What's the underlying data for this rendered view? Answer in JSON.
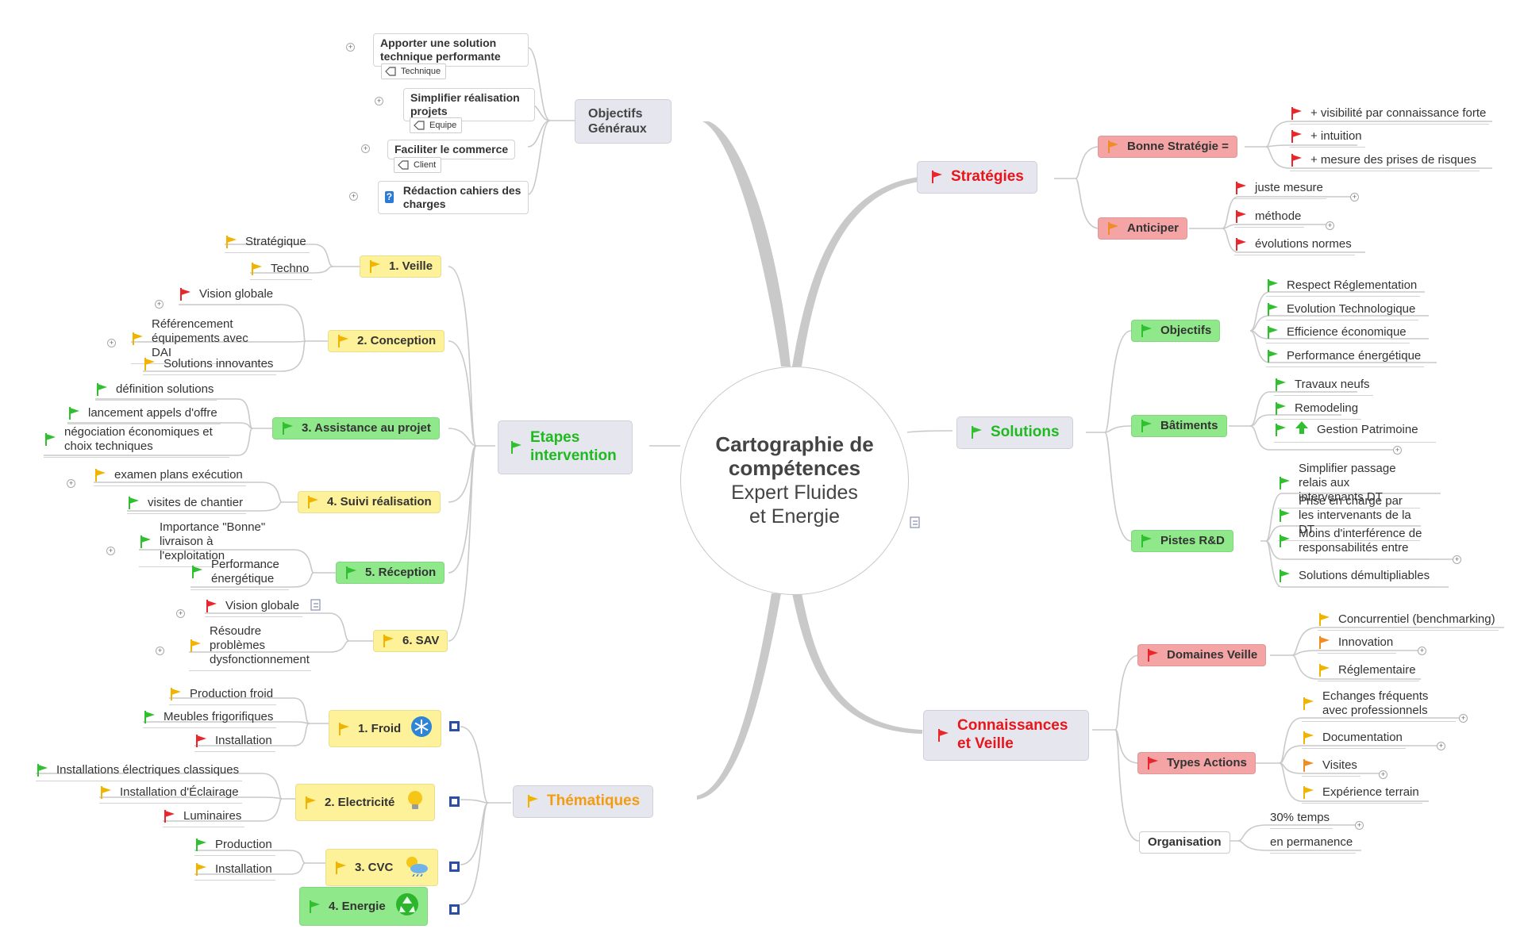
{
  "center": {
    "title_line1": "Cartographie de",
    "title_line2": "compétences",
    "subtitle_line1": "Expert Fluides",
    "subtitle_line2": "et Energie"
  },
  "colors": {
    "red_flag": "#e8262c",
    "green_flag": "#2fbf2f",
    "yellow_flag": "#f0b400",
    "orange_flag": "#f08c24",
    "connector": "#c9c9c9",
    "tag_blue": "#2c4fa6"
  },
  "objectifs": {
    "title": "Objectifs Généraux",
    "items": [
      {
        "label": "Apporter une solution technique performante",
        "tag": "Technique"
      },
      {
        "label": "Simplifier réalisation projets",
        "tag": "Equipe"
      },
      {
        "label": "Faciliter le commerce",
        "tag": "Client"
      },
      {
        "label": "Rédaction cahiers des charges",
        "icon": "question-icon",
        "icon_text": "?"
      }
    ]
  },
  "etapes": {
    "title": "Etapes intervention",
    "steps": [
      {
        "label": "1. Veille",
        "color": "yellow",
        "leaves": [
          {
            "label": "Stratégique",
            "flag": "yellow"
          },
          {
            "label": "Techno",
            "flag": "yellow"
          }
        ]
      },
      {
        "label": "2. Conception",
        "color": "yellow",
        "leaves": [
          {
            "label": "Vision globale",
            "flag": "red"
          },
          {
            "label": "Référencement équipements avec DAI",
            "flag": "yellow"
          },
          {
            "label": "Solutions innovantes",
            "flag": "yellow"
          }
        ]
      },
      {
        "label": "3. Assistance au projet",
        "color": "green",
        "leaves": [
          {
            "label": "définition solutions",
            "flag": "green"
          },
          {
            "label": "lancement appels d'offre",
            "flag": "green"
          },
          {
            "label": "négociation économiques et choix techniques",
            "flag": "green"
          }
        ]
      },
      {
        "label": "4. Suivi réalisation",
        "color": "yellow",
        "leaves": [
          {
            "label": "examen plans exécution",
            "flag": "yellow"
          },
          {
            "label": "visites de chantier",
            "flag": "green"
          }
        ]
      },
      {
        "label": "5. Réception",
        "color": "green",
        "leaves": [
          {
            "label": "Importance \"Bonne\" livraison à l'exploitation",
            "flag": "green"
          },
          {
            "label": "Performance énergétique",
            "flag": "green"
          }
        ]
      },
      {
        "label": "6. SAV",
        "color": "yellow",
        "leaves": [
          {
            "label": "Vision globale",
            "flag": "red"
          },
          {
            "label": "Résoudre problèmes dysfonctionnement",
            "flag": "yellow"
          }
        ]
      }
    ]
  },
  "thematiques": {
    "title": "Thématiques",
    "groups": [
      {
        "label": "1. Froid",
        "icon": "snowflake-icon",
        "leaves": [
          {
            "label": "Production froid",
            "flag": "yellow"
          },
          {
            "label": "Meubles frigorifiques",
            "flag": "green"
          },
          {
            "label": "Installation",
            "flag": "red"
          }
        ]
      },
      {
        "label": "2. Electricité",
        "icon": "lightbulb-icon",
        "leaves": [
          {
            "label": "Installations électriques classiques",
            "flag": "green"
          },
          {
            "label": "Installation d'Éclairage",
            "flag": "yellow"
          },
          {
            "label": "Luminaires",
            "flag": "red"
          }
        ]
      },
      {
        "label": "3. CVC",
        "icon": "weather-icon",
        "leaves": [
          {
            "label": "Production",
            "flag": "green"
          },
          {
            "label": "Installation",
            "flag": "yellow"
          }
        ]
      },
      {
        "label": "4. Energie",
        "icon": "recycle-icon",
        "leaves": []
      }
    ]
  },
  "strategies": {
    "title": "Stratégies",
    "groups": [
      {
        "label": "Bonne Stratégie =",
        "leaves": [
          {
            "label": "+ visibilité par connaissance forte",
            "flag": "red"
          },
          {
            "label": "+ intuition",
            "flag": "red"
          },
          {
            "label": "+ mesure des prises de risques",
            "flag": "red"
          }
        ]
      },
      {
        "label": "Anticiper",
        "leaves": [
          {
            "label": "juste mesure",
            "flag": "red"
          },
          {
            "label": "méthode",
            "flag": "red"
          },
          {
            "label": "évolutions normes",
            "flag": "red"
          }
        ]
      }
    ]
  },
  "solutions": {
    "title": "Solutions",
    "groups": [
      {
        "label": "Objectifs",
        "leaves": [
          {
            "label": "Respect Réglementation",
            "flag": "green"
          },
          {
            "label": "Evolution Technologique",
            "flag": "green"
          },
          {
            "label": "Efficience économique",
            "flag": "green"
          },
          {
            "label": "Performance énergétique",
            "flag": "green"
          }
        ]
      },
      {
        "label": "Bâtiments",
        "leaves": [
          {
            "label": "Travaux neufs",
            "flag": "green"
          },
          {
            "label": "Remodeling",
            "flag": "green"
          },
          {
            "label": "Gestion Patrimoine",
            "flag": "green"
          }
        ]
      },
      {
        "label": "Pistes R&D",
        "leaves": [
          {
            "label": "Simplifier passage relais aux intervenants DT",
            "flag": "green"
          },
          {
            "label": "Prise en charge par les intervenants de la DT",
            "flag": "green"
          },
          {
            "label": "Moins d'interférence de responsabilités entre",
            "flag": "green"
          },
          {
            "label": "Solutions démultipliables",
            "flag": "green"
          }
        ]
      }
    ]
  },
  "connaissances": {
    "title": "Connaissances et Veille",
    "groups": [
      {
        "label": "Domaines Veille",
        "leaves": [
          {
            "label": "Concurrentiel (benchmarking)",
            "flag": "yellow"
          },
          {
            "label": "Innovation",
            "flag": "orange"
          },
          {
            "label": "Réglementaire",
            "flag": "yellow"
          }
        ]
      },
      {
        "label": "Types Actions",
        "leaves": [
          {
            "label": "Echanges fréquents avec professionnels",
            "flag": "yellow"
          },
          {
            "label": "Documentation",
            "flag": "yellow"
          },
          {
            "label": "Visites",
            "flag": "orange"
          },
          {
            "label": "Expérience terrain",
            "flag": "yellow"
          }
        ]
      },
      {
        "label": "Organisation",
        "leaves": [
          {
            "label": "30% temps"
          },
          {
            "label": "en permanence"
          }
        ]
      }
    ]
  }
}
